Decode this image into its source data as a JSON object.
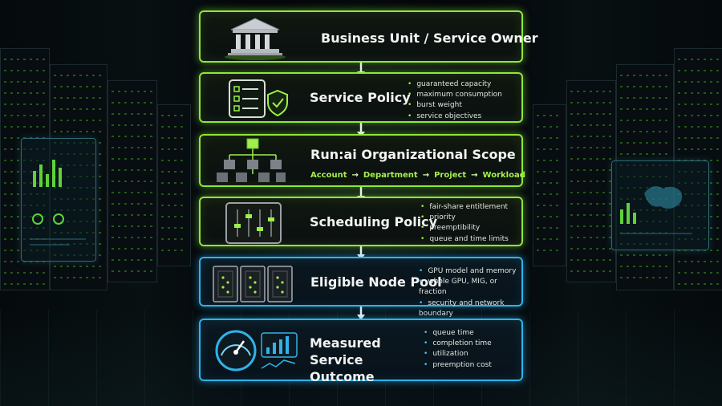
{
  "layers": [
    {
      "title": "Business Unit / Service Owner",
      "icon": "bank-building-icon",
      "bullets": []
    },
    {
      "title": "Service Policy",
      "icon": "checklist-shield-icon",
      "bullets": [
        "guaranteed capacity",
        "maximum consumption",
        "burst weight",
        "service objectives"
      ]
    },
    {
      "title": "Run:ai Organizational Scope",
      "icon": "hierarchy-tree-icon",
      "path": [
        "Account",
        "Department",
        "Project",
        "Workload"
      ],
      "path_separator": "→",
      "bullets": []
    },
    {
      "title": "Scheduling Policy",
      "icon": "slider-mixer-icon",
      "bullets": [
        "fair-share entitlement",
        "priority",
        "preemptibility",
        "queue and time limits"
      ]
    },
    {
      "title": "Eligible Node Pool",
      "icon": "server-nodes-icon",
      "bullets": [
        "GPU model and memory",
        "whole GPU, MIG, or fraction",
        "security and network boundary"
      ]
    },
    {
      "title": "Measured Service Outcome",
      "icon": "gauge-chart-icon",
      "bullets": [
        "queue time",
        "completion time",
        "utilization",
        "preemption cost"
      ]
    }
  ],
  "colors": {
    "green_accent": "#8fe63a",
    "blue_accent": "#2fb3ea",
    "background": "#05080a"
  }
}
